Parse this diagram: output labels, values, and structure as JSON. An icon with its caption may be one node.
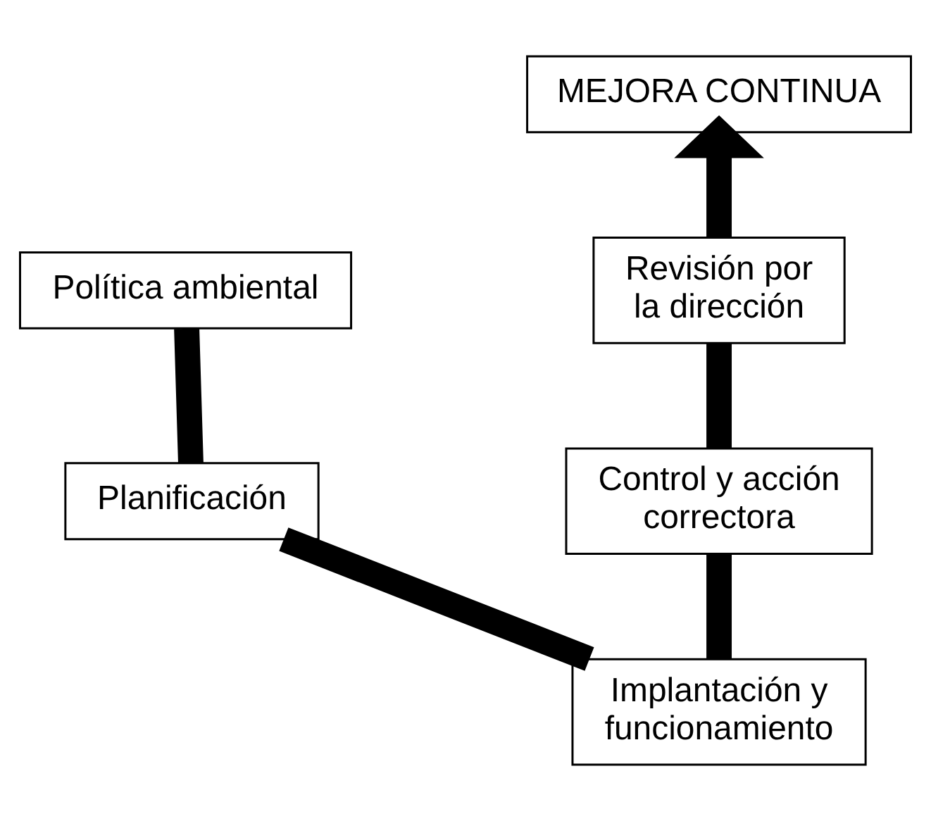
{
  "diagram": {
    "nodes": [
      {
        "text": [
          "MEJORA CONTINUA"
        ]
      },
      {
        "text": [
          "Revisión por la dirección"
        ]
      },
      {
        "text": [
          "Política ambiental"
        ]
      },
      {
        "text": [
          "Control y acción correctora"
        ]
      },
      {
        "text": [
          "Planificación"
        ]
      },
      {
        "text": [
          "Implantación y funcionamiento"
        ]
      }
    ],
    "edges": [
      {
        "from": 2,
        "to": 4,
        "arrow": "none"
      },
      {
        "from": 4,
        "to": 5,
        "arrow": "none"
      },
      {
        "from": 5,
        "to": 3,
        "arrow": "none"
      },
      {
        "from": 3,
        "to": 1,
        "arrow": "none"
      },
      {
        "from": 1,
        "to": 0,
        "arrow": "to"
      }
    ]
  }
}
